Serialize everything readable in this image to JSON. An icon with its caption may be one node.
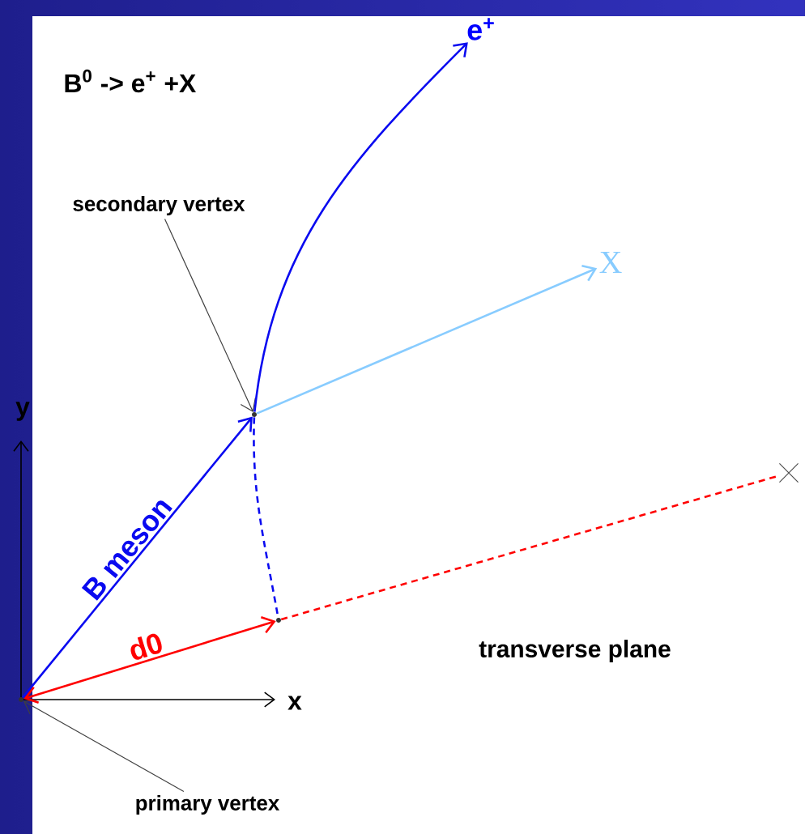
{
  "diagram": {
    "nodes": [
      {
        "text": [
          "secondary vertex"
        ]
      },
      {
        "text": [
          "primary vertex"
        ]
      },
      {
        "text": [
          "e$^{+}$"
        ]
      },
      {
        "text": [
          "X"
        ]
      },
      {
        "text": [],
        "shape": "point"
      },
      {
        "text": [],
        "shape": "point"
      },
      {
        "text": [],
        "shape": "point"
      },
      {
        "text": [],
        "shape": "cross"
      }
    ],
    "edges": [
      {
        "from": 0,
        "to": 4,
        "arrow": "to",
        "color": "#404040"
      },
      {
        "from": 1,
        "to": 5,
        "arrow": "to",
        "color": "#404040"
      },
      {
        "from": 5,
        "to": 4,
        "arrow": "to",
        "label": "B meson",
        "color": "#0a0af0"
      },
      {
        "from": 4,
        "to": 2,
        "arrow": "to",
        "color": "#0a0af0"
      },
      {
        "from": 4,
        "to": 3,
        "arrow": "to",
        "color": "#88ccff"
      },
      {
        "from": 5,
        "to": 6,
        "arrow": "both",
        "label": "d0",
        "color": "#ff0000"
      },
      {
        "from": 4,
        "to": 6,
        "arrow": "none",
        "style": "dashed",
        "color": "#0a0af0"
      },
      {
        "from": 6,
        "to": 7,
        "arrow": "none",
        "style": "dashed",
        "color": "#ff0000"
      }
    ],
    "labels": [
      "B$^{0}$ -> e$^{+}$ +X",
      "y",
      "x",
      "transverse plane"
    ]
  }
}
